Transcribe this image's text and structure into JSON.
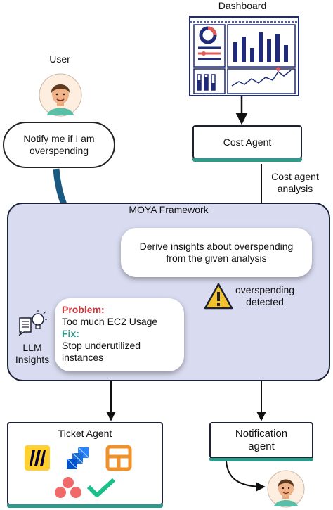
{
  "dashboard": {
    "label": "Dashboard"
  },
  "user": {
    "label": "User",
    "request": "Notify me if I am overspending"
  },
  "cost_agent": {
    "label": "Cost Agent",
    "output_label": "Cost agent analysis"
  },
  "framework": {
    "title": "MOYA Framework"
  },
  "derive_card": {
    "text": "Derive insights about overspending from the given analysis"
  },
  "alert": {
    "text": "overspending detected",
    "icon": "warning-triangle-icon"
  },
  "llm": {
    "label": "LLM Insights",
    "icon": "lightbulb-document-icon"
  },
  "insight_card": {
    "problem_label": "Problem:",
    "problem_text": "Too much EC2 Usage",
    "fix_label": "Fix:",
    "fix_text": "Stop underutilized instances"
  },
  "ticket_agent": {
    "label": "Ticket Agent",
    "tool_icons": [
      "miro-icon",
      "jira-icon",
      "layout-icon",
      "asana-icon",
      "checkmark-icon"
    ]
  },
  "notification_agent": {
    "label": "Notification agent"
  },
  "colors": {
    "framework_bg": "#d9dbf0",
    "teal": "#2e9a8a",
    "navy": "#1f2a78",
    "arrow_blue": "#1b5a80",
    "problem_red": "#d2373c",
    "warning_yellow": "#f2c12e"
  }
}
